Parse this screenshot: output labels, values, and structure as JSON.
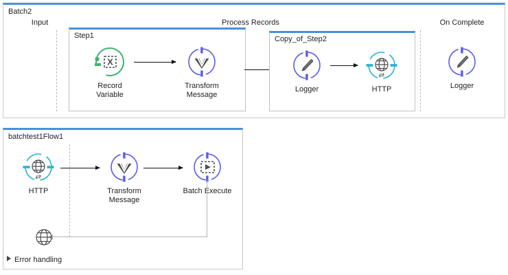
{
  "colors": {
    "scope_accent": "#4a90d9",
    "ring_purple": "#5b5be8",
    "ring_green": "#3fb56e",
    "ring_cyan": "#27b4cd",
    "arrow": "#111111",
    "return_arrow": "#b5b5b5",
    "border_gray": "#c8c8c8",
    "dashed_sep": "#b9b9b9"
  },
  "batch_scope": {
    "title": "Batch2",
    "phases": [
      {
        "label": "Input"
      },
      {
        "label": "Process Records"
      },
      {
        "label": "On Complete"
      }
    ],
    "steps": [
      {
        "title": "Step1",
        "nodes": [
          {
            "name": "record-variable",
            "label": "Record Variable",
            "icon": "record-variable-icon",
            "color": "#3fb56e"
          },
          {
            "name": "transform-message",
            "label": "Transform\nMessage",
            "icon": "transform-message-icon",
            "color": "#5b5be8"
          }
        ]
      },
      {
        "title": "Copy_of_Step2",
        "nodes": [
          {
            "name": "logger",
            "label": "Logger",
            "icon": "logger-pencil-icon",
            "color": "#5b5be8"
          },
          {
            "name": "http",
            "label": "HTTP",
            "icon": "http-globe-icon",
            "color": "#27b4cd"
          }
        ]
      }
    ],
    "on_complete": [
      {
        "name": "logger",
        "label": "Logger",
        "icon": "logger-pencil-icon",
        "color": "#5b5be8"
      }
    ]
  },
  "flow_scope": {
    "title": "batchtest1Flow1",
    "nodes": [
      {
        "name": "http-listener",
        "label": "HTTP",
        "icon": "http-globe-icon",
        "color": "#27b4cd"
      },
      {
        "name": "transform-message",
        "label": "Transform\nMessage",
        "icon": "transform-message-icon",
        "color": "#5b5be8"
      },
      {
        "name": "batch-execute",
        "label": "Batch Execute",
        "icon": "batch-execute-icon",
        "color": "#5b5be8"
      }
    ],
    "response_node": {
      "name": "http-response",
      "label": "",
      "icon": "globe-icon"
    },
    "error_handling": {
      "label": "Error handling",
      "expanded": false
    }
  }
}
